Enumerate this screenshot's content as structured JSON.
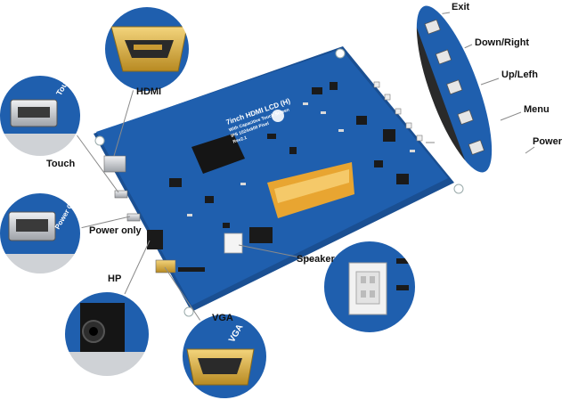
{
  "labels": {
    "hdmi": "HDMI",
    "touch": "Touch",
    "power_only": "Power only",
    "hp": "HP",
    "vga": "VGA",
    "speaker": "Speaker",
    "exit": "Exit",
    "down_right": "Down/Right",
    "up_left": "Up/Lefh",
    "menu": "Menu",
    "power": "Power"
  },
  "board_text": {
    "line1": "7inch HDMI LCD (H)",
    "line2": "With Capacitive Touch Screen",
    "line3": "IPS 1024x600 Pixel",
    "line4": "Rev2.1"
  },
  "closeup_text": {
    "touch": "Touch",
    "power_only": "Power Only",
    "vga": "VGA"
  },
  "colors": {
    "pcb": "#1f5fae",
    "pcb_dark": "#154a8a",
    "gold": "#d7ab3f",
    "silver": "#c9ccd1",
    "fpc": "#e8a531",
    "leader": "#8a8a8a"
  }
}
